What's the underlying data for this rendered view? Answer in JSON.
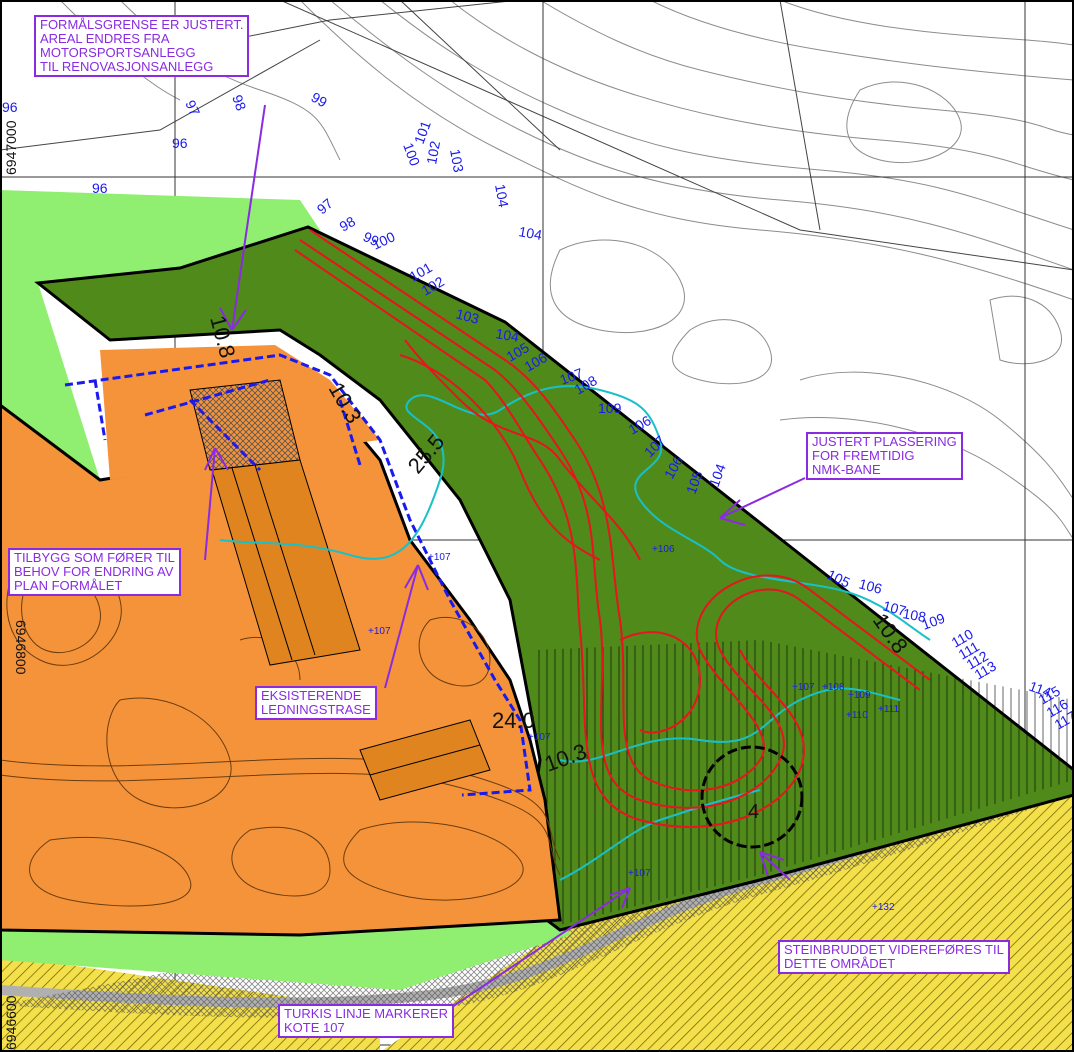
{
  "callouts": {
    "formal": [
      "FORMÅLSGRENSE ER JUSTERT.",
      "AREAL ENDRES FRA",
      "MOTORSPORTSANLEGG",
      "TIL RENOVASJONSANLEGG"
    ],
    "justert": [
      "JUSTERT PLASSERING",
      "FOR FREMTIDIG",
      "NMK-BANE"
    ],
    "tilbygg": [
      "TILBYGG SOM FØRER TIL",
      "BEHOV FOR ENDRING AV",
      "PLAN FORMÅLET"
    ],
    "eksisterende": [
      "EKSISTERENDE",
      "LEDNINGSTRASE"
    ],
    "steinbrudd": [
      "STEINBRUDDET VIDEREFØRES TIL",
      "DETTE OMRÅDET"
    ],
    "turkis": [
      "TURKIS LINJE MARKERER",
      "KOTE 107"
    ]
  },
  "contour_labels": {
    "blue": [
      "96",
      "97",
      "98",
      "96",
      "96",
      "97",
      "98",
      "99",
      "100",
      "99",
      "100",
      "101",
      "102",
      "103",
      "104",
      "104",
      "101",
      "102",
      "103",
      "104",
      "105",
      "106",
      "107",
      "108",
      "109",
      "106",
      "107",
      "106",
      "105",
      "104",
      "105",
      "106",
      "107",
      "108",
      "109",
      "110",
      "111",
      "112",
      "113",
      "114",
      "115",
      "116",
      "117"
    ],
    "spot_heights": [
      "+107",
      "+107",
      "+107",
      "+106",
      "+107",
      "+108",
      "+109",
      "+110",
      "+111",
      "+107",
      "+132"
    ]
  },
  "plan_labels": [
    "10.8",
    "10.3",
    "25.5",
    "24.0",
    "10.3",
    "10.8",
    "4"
  ],
  "grid_labels": [
    "6947000",
    "6946800",
    "6946600"
  ],
  "colors": {
    "orange": "#f5933a",
    "dark_green": "#4f8a1b",
    "light_green": "#90ee70",
    "yellow": "#f3e04a",
    "callout": "#8a2be2",
    "turquoise": "#19c0c8",
    "red": "#e8141e",
    "blue": "#1a1aee"
  }
}
